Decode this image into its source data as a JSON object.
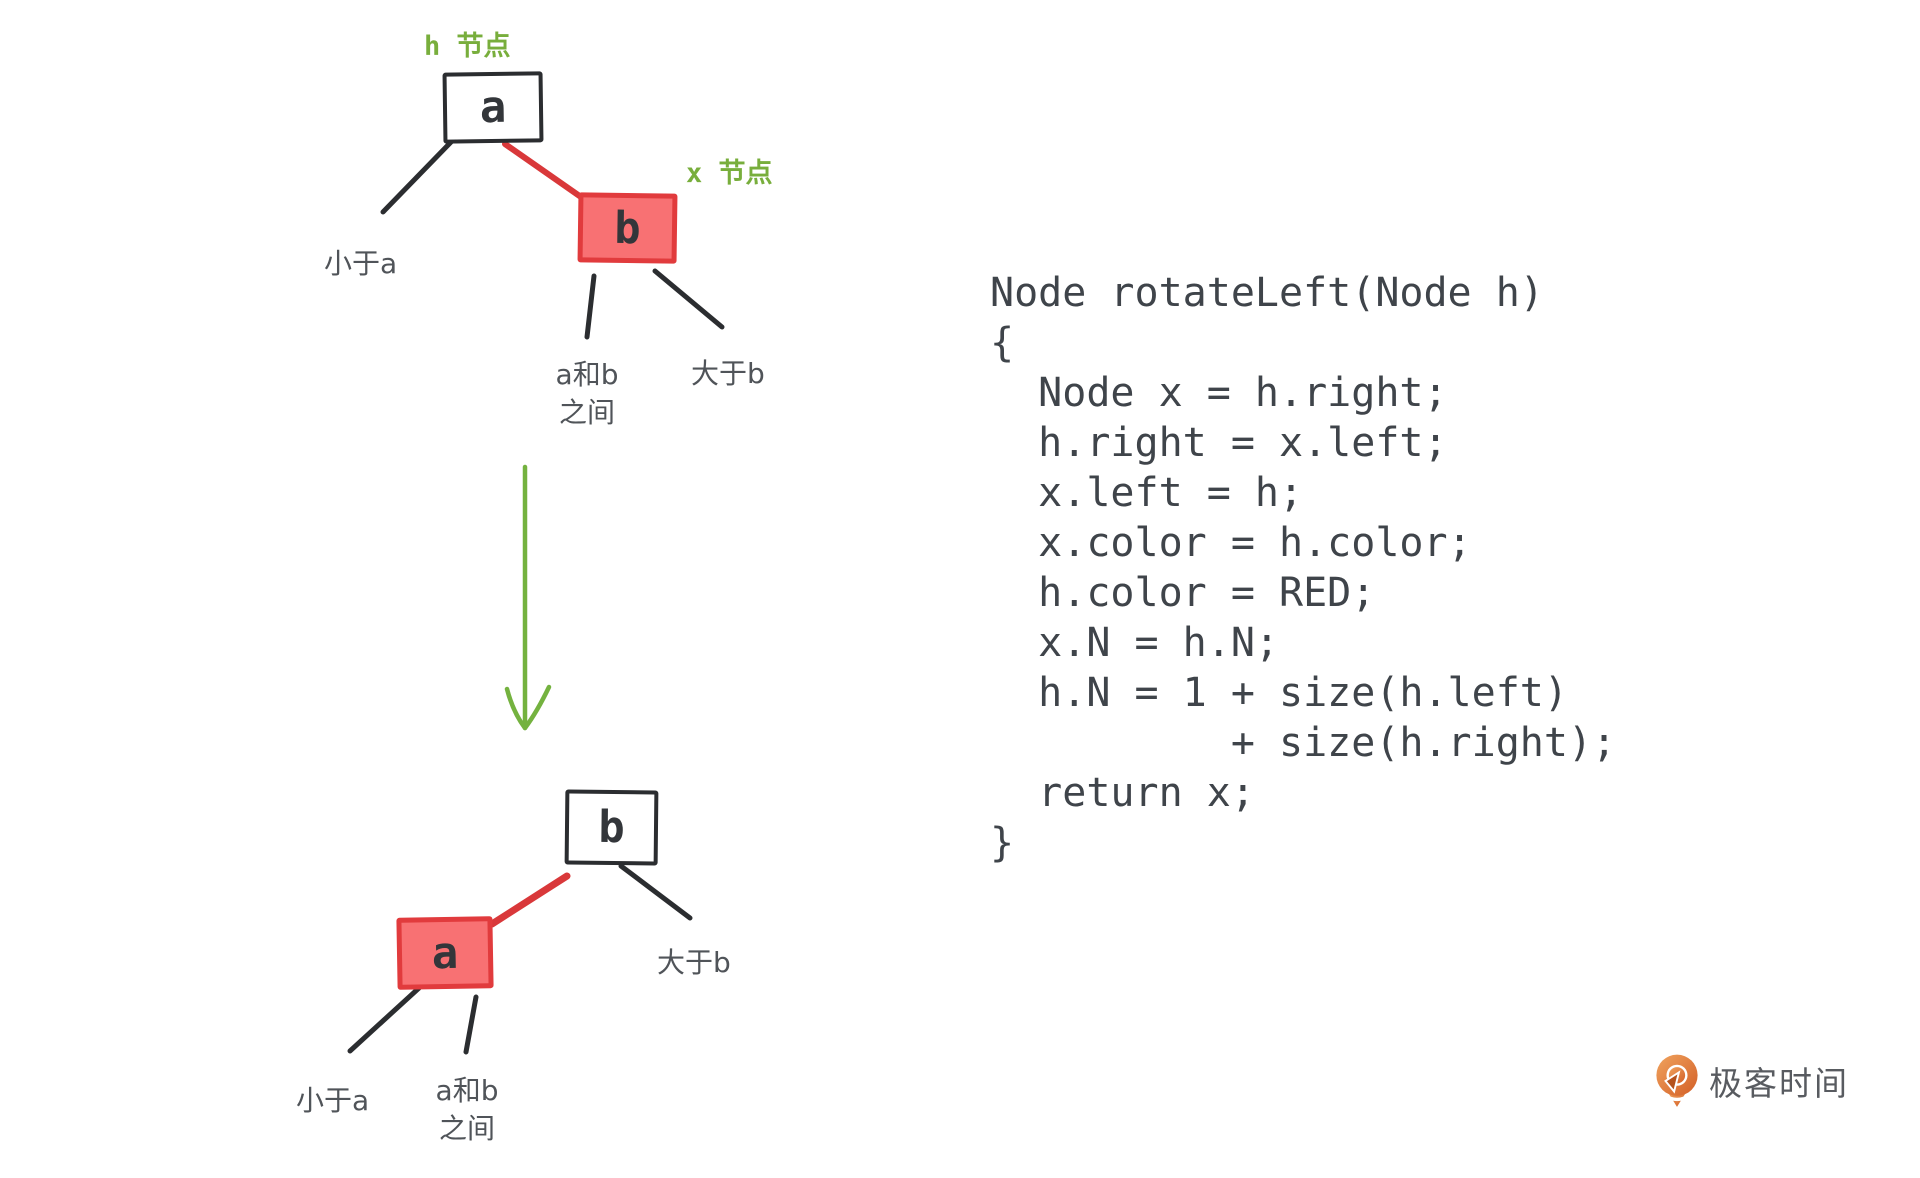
{
  "diagram": {
    "before": {
      "h_pointer_label": "h 节点",
      "x_pointer_label": "x 节点",
      "root_letter": "a",
      "child_letter": "b",
      "leaf_less_than_a": "小于a",
      "leaf_between_line1": "a和b",
      "leaf_between_line2": "之间",
      "leaf_greater_than_b": "大于b"
    },
    "after": {
      "root_letter": "b",
      "child_letter": "a",
      "leaf_less_than_a": "小于a",
      "leaf_between_line1": "a和b",
      "leaf_between_line2": "之间",
      "leaf_greater_than_b": "大于b"
    },
    "colors": {
      "red_node_fill": "#f87173",
      "red_node_border": "#e13b3d",
      "red_edge": "#d9383a",
      "green_accent": "#78ae3c",
      "edge_black": "#2b2d30"
    }
  },
  "code": {
    "lines": [
      "Node rotateLeft(Node h)",
      "{",
      "  Node x = h.right;",
      "  h.right = x.left;",
      "  x.left = h;",
      "  x.color = h.color;",
      "  h.color = RED;",
      "  x.N = h.N;",
      "  h.N = 1 + size(h.left)",
      "          + size(h.right);",
      "  return x;",
      "}"
    ]
  },
  "footer": {
    "brand_name": "极客时间"
  }
}
